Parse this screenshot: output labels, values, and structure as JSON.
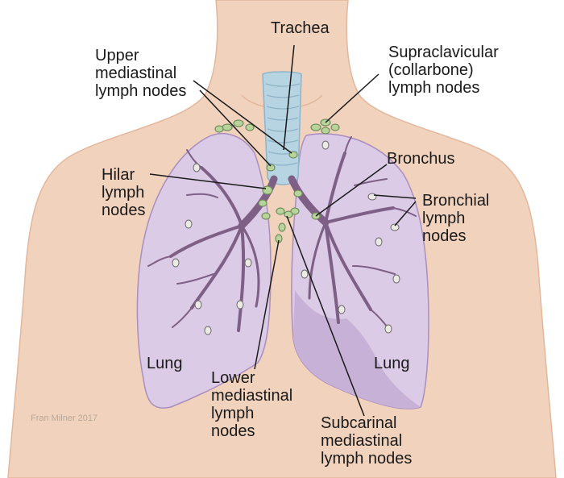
{
  "labels": {
    "trachea": "Trachea",
    "upper_mediastinal": [
      "Upper",
      "mediastinal",
      "lymph nodes"
    ],
    "supraclavicular": [
      "Supraclavicular",
      "(collarbone)",
      "lymph nodes"
    ],
    "bronchus": "Bronchus",
    "hilar": [
      "Hilar",
      "lymph",
      "nodes"
    ],
    "bronchial": [
      "Bronchial",
      "lymph",
      "nodes"
    ],
    "lung_left": "Lung",
    "lung_right": "Lung",
    "lower_mediastinal": [
      "Lower",
      "mediastinal",
      "lymph",
      "nodes"
    ],
    "subcarinal": [
      "Subcarinal",
      "mediastinal",
      "lymph nodes"
    ]
  },
  "credit": "Fran Milner 2017",
  "colors": {
    "skin": "#f1d2bd",
    "skin_shadow": "#e7bfa6",
    "lung_fill": "#dccbe6",
    "lung_dark": "#b6a0c9",
    "bronchi": "#7e5f86",
    "trachea": "#b7d4e3",
    "lymph_node": "#b9d39c",
    "line": "#1a1a1a"
  }
}
